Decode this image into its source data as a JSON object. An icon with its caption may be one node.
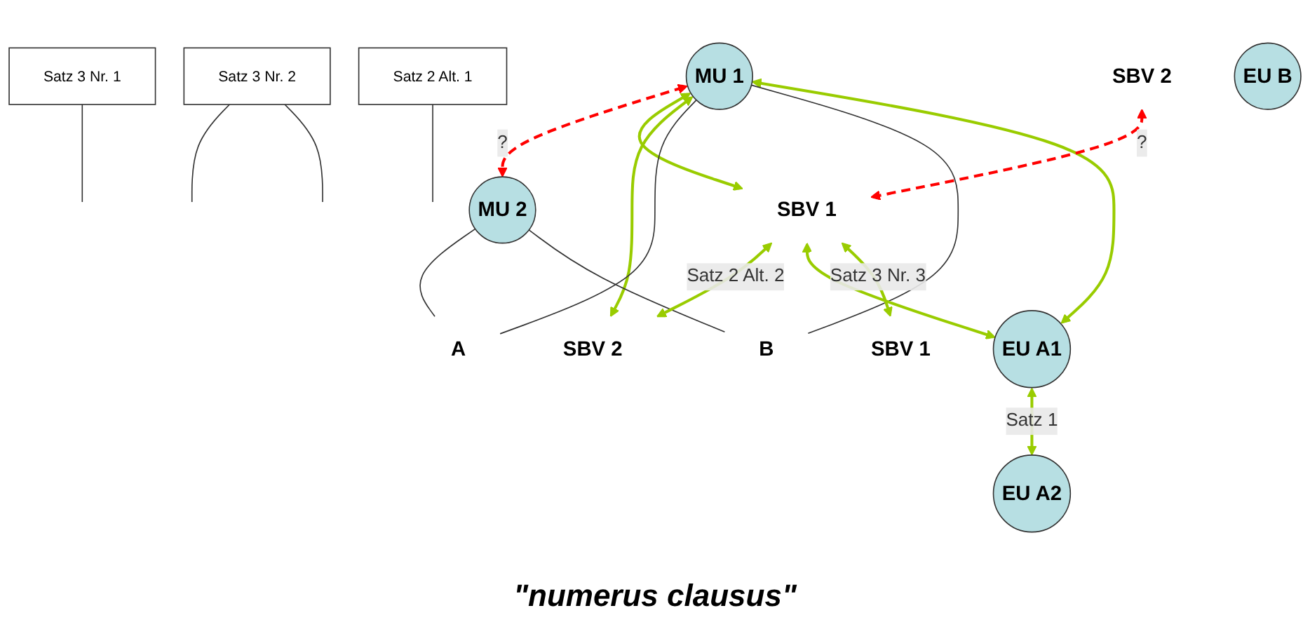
{
  "diagram": {
    "nodes": [
      {
        "text": [
          "MU 1"
        ]
      },
      {
        "text": [
          "MU 2"
        ]
      },
      {
        "text": [
          "Satz 3 Nr. 1"
        ]
      },
      {
        "text": [
          "Satz 3 Nr. 2"
        ]
      },
      {
        "text": [
          "SBV 1"
        ]
      },
      {
        "text": [
          "SBV 2"
        ]
      },
      {
        "text": [
          "Satz 2 Alt. 1"
        ]
      },
      {
        "text": [
          "A"
        ]
      },
      {
        "text": [
          "EU A1"
        ]
      },
      {
        "text": [
          "EU A2"
        ]
      },
      {
        "text": [
          "SBV 1"
        ]
      },
      {
        "text": [
          "SBV 2"
        ]
      },
      {
        "text": [
          "B"
        ]
      },
      {
        "text": [
          "EU B"
        ]
      }
    ],
    "edges": [
      {
        "from": 0,
        "to": 1,
        "arrow": "both",
        "label": "?",
        "style": "dashed",
        "color": "#ff0000"
      },
      {
        "from": 8,
        "to": 0,
        "arrow": "both",
        "color": "#99cc00"
      },
      {
        "from": 0,
        "to": 4,
        "arrow": "both",
        "color": "#99cc00"
      },
      {
        "from": 0,
        "to": 5,
        "arrow": "both",
        "color": "#99cc00"
      },
      {
        "from": 0,
        "to": 7,
        "arrow": "none"
      },
      {
        "from": 0,
        "to": 12,
        "arrow": "none"
      },
      {
        "from": 1,
        "to": 7,
        "arrow": "none"
      },
      {
        "from": 1,
        "to": 12,
        "arrow": "none"
      },
      {
        "from": 11,
        "to": 4,
        "arrow": "both",
        "label": "?",
        "style": "dashed",
        "color": "#ff0000"
      },
      {
        "from": 4,
        "to": 5,
        "arrow": "both",
        "label": "Satz 2 Alt. 2",
        "color": "#99cc00"
      },
      {
        "from": 4,
        "to": 8,
        "arrow": "both",
        "color": "#99cc00"
      },
      {
        "from": 4,
        "to": 10,
        "arrow": "both",
        "label": "Satz 3 Nr. 3",
        "color": "#99cc00"
      },
      {
        "from": 8,
        "to": 9,
        "arrow": "both",
        "label": "Satz 1",
        "color": "#99cc00"
      },
      {
        "from": 2,
        "to": null,
        "arrow": "none"
      },
      {
        "from": 3,
        "to": null,
        "arrow": "none"
      },
      {
        "from": 3,
        "to": null,
        "arrow": "none"
      },
      {
        "from": 6,
        "to": null,
        "arrow": "none"
      }
    ],
    "labels": [
      "\"numerus clausus\""
    ]
  }
}
